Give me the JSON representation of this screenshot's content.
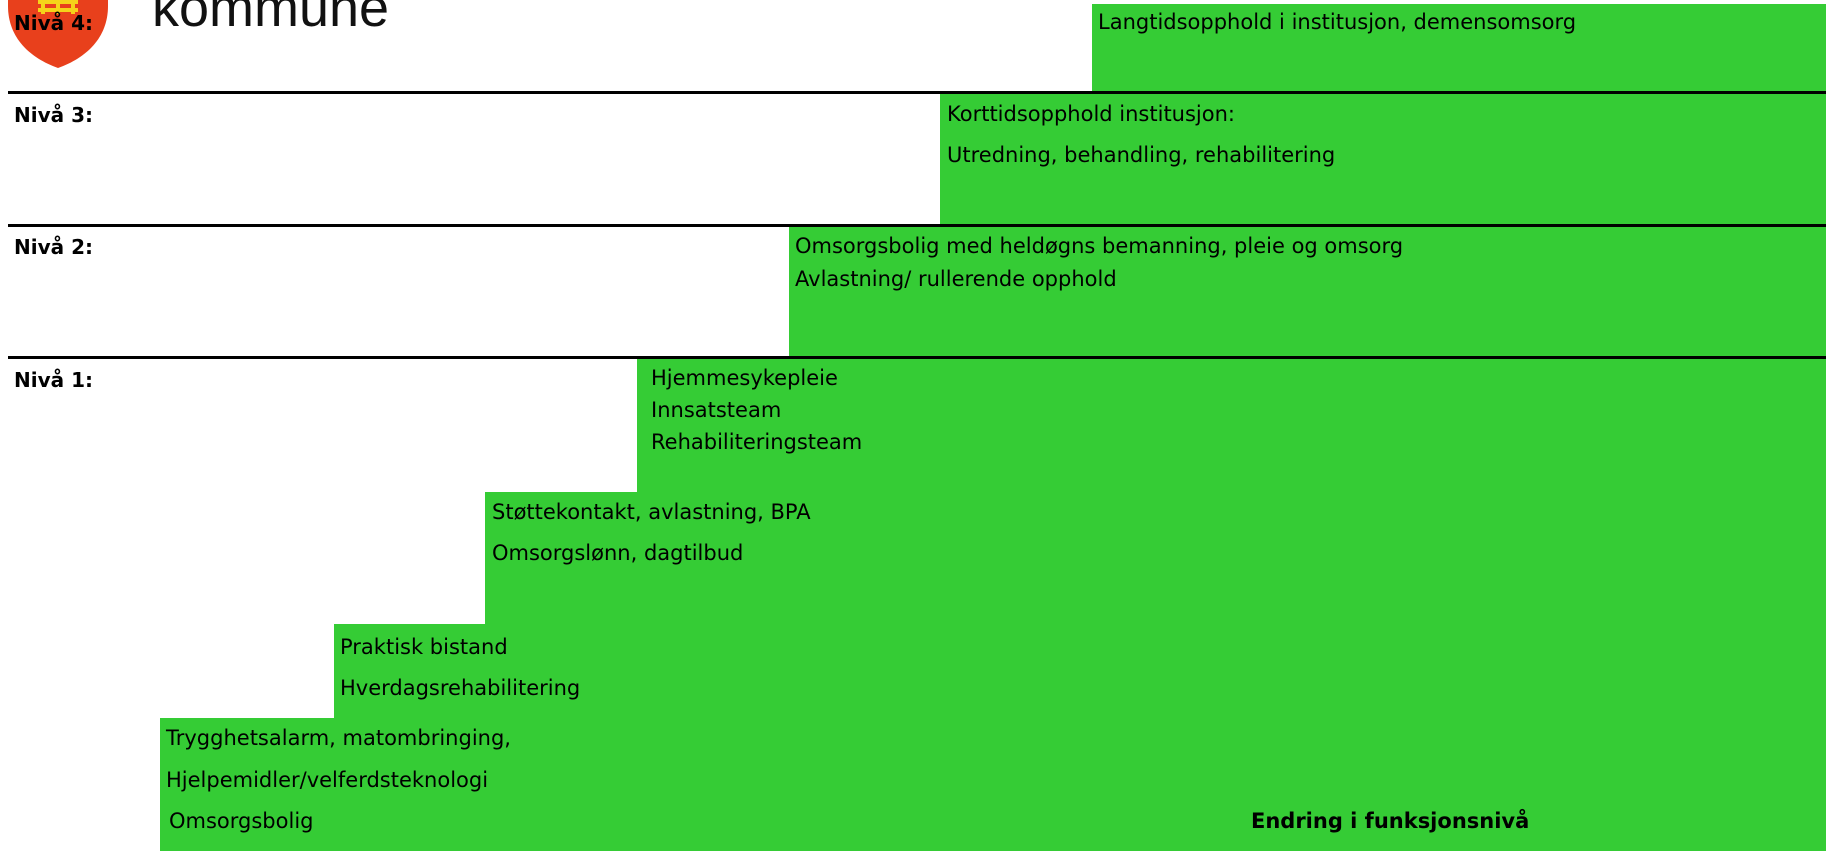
{
  "header": {
    "logo_text": "kommune"
  },
  "levels": {
    "level4": "Nivå 4:",
    "level3": "Nivå 3:",
    "level2": "Nivå 2:",
    "level1": "Nivå 1:"
  },
  "services": {
    "level4": {
      "line1": "Langtidsopphold i institusjon, demensomsorg"
    },
    "level3": {
      "line1": "Korttidsopphold institusjon:",
      "line2": "Utredning, behandling, rehabilitering"
    },
    "level2": {
      "line1": "Omsorgsbolig med heldøgns bemanning, pleie og omsorg",
      "line2": "Avlastning/ rullerende opphold"
    },
    "level1_step4": {
      "line1": "Hjemmesykepleie",
      "line2": "Innsatsteam",
      "line3": "Rehabiliteringsteam"
    },
    "level1_step3": {
      "line1": "Støttekontakt, avlastning, BPA",
      "line2": "Omsorgslønn, dagtilbud"
    },
    "level1_step2": {
      "line1": "Praktisk bistand",
      "line2": "Hverdagsrehabilitering"
    },
    "level1_step1": {
      "line1": "Trygghetsalarm, matombringing,",
      "line2": "Hjelpemidler/velferdsteknologi",
      "line3": "Omsorgsbolig"
    }
  },
  "axis_label": "Endring i funksjonsnivå",
  "colors": {
    "green": "#35cc35",
    "shield_red": "#e8401c",
    "shield_yellow": "#f5d31a"
  }
}
